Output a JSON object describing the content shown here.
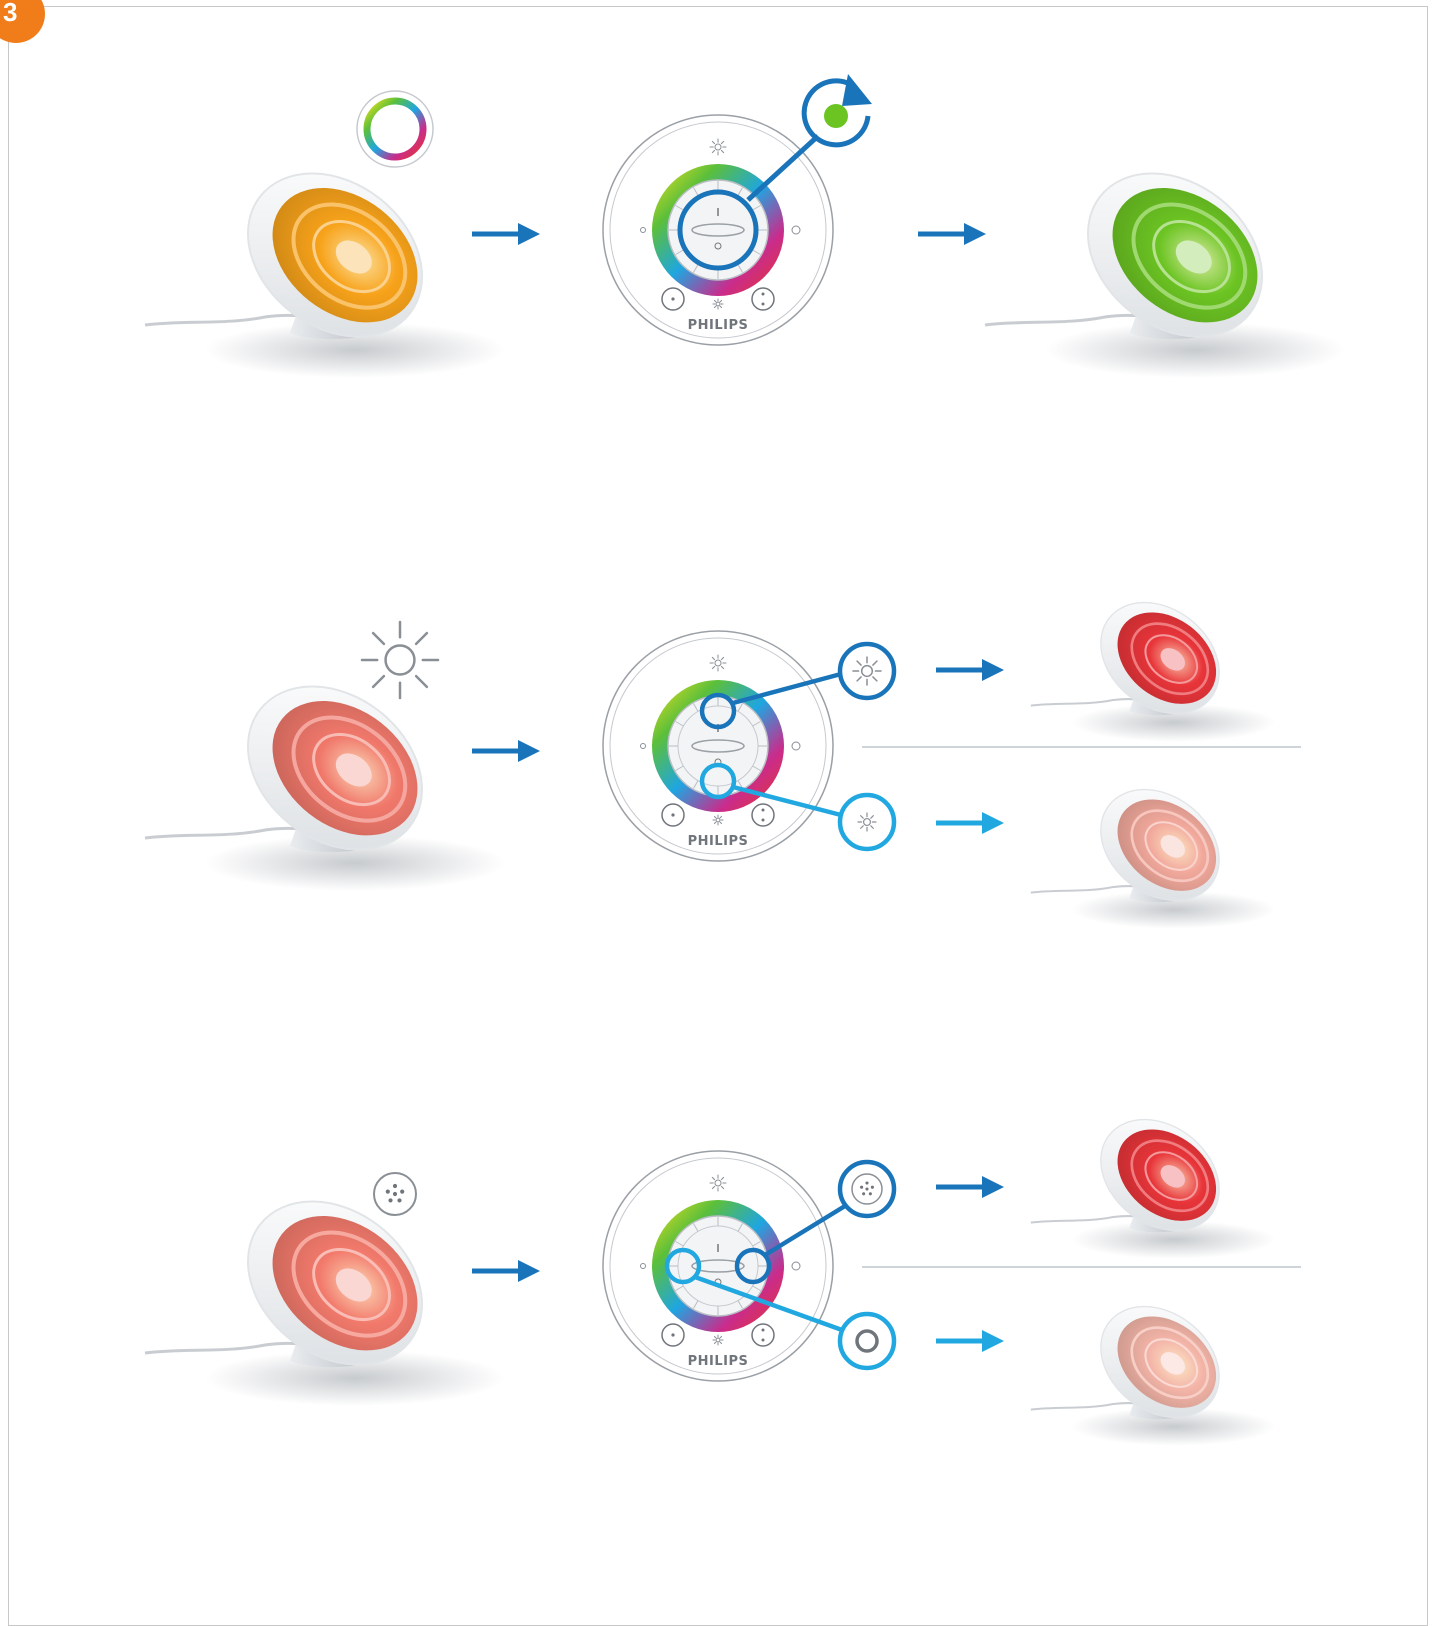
{
  "step": {
    "number": "3"
  },
  "colors": {
    "badge": "#f07d1a",
    "arrow_dark": "#1a74ba",
    "arrow_light": "#22a8e0",
    "callout_dark": "#1a74ba",
    "callout_light": "#22a8e0",
    "divider": "#bfc5cc"
  },
  "remote": {
    "brand": "PHILIPS"
  },
  "rows": [
    {
      "id": "color",
      "lamp_color": "#f7a21a",
      "mode_icon": "color-wheel-icon",
      "callout_icon": "rotate-green-dot-icon",
      "results": [
        {
          "lamp_color": "#6cc423"
        }
      ]
    },
    {
      "id": "brightness",
      "lamp_color": "#f0786b",
      "mode_icon": "sun-icon",
      "callout_icons": [
        "brightness-up-icon",
        "brightness-down-icon"
      ],
      "results": [
        {
          "lamp_color": "#e8353a"
        },
        {
          "lamp_color": "#f2a99c"
        }
      ]
    },
    {
      "id": "saturation",
      "lamp_color": "#f27a6c",
      "mode_icon": "saturation-dots-icon",
      "callout_icons": [
        "saturation-dots-icon",
        "saturation-ring-icon"
      ],
      "results": [
        {
          "lamp_color": "#e8353a"
        },
        {
          "lamp_color": "#f4b5a8"
        }
      ]
    }
  ]
}
